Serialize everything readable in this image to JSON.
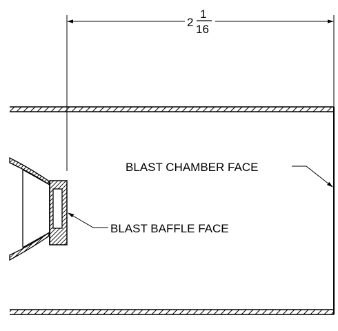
{
  "dimension": {
    "whole": "2",
    "numerator": "1",
    "denominator": "16"
  },
  "labels": {
    "blast_chamber_face": "BLAST CHAMBER FACE",
    "blast_baffle_face": "BLAST BAFFLE FACE"
  },
  "colors": {
    "line": "#000000",
    "background": "#ffffff"
  }
}
